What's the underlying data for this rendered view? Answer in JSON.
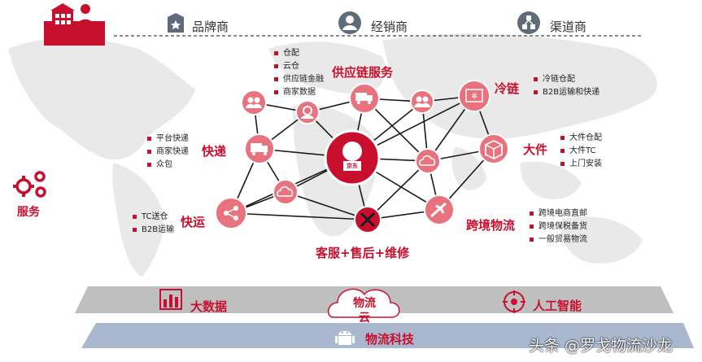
{
  "top_bar": {
    "home_label": "",
    "items": [
      {
        "label": "品牌商",
        "icon": "tag-icon"
      },
      {
        "label": "经销商",
        "icon": "person-icon"
      },
      {
        "label": "渠道商",
        "icon": "network-icon"
      }
    ]
  },
  "left_service": {
    "label": "服务",
    "icon": "gear-icon"
  },
  "categories": {
    "supply_chain": {
      "title": "供应链服务",
      "items": [
        "仓配",
        "云仓",
        "供应链金融",
        "商家数据"
      ]
    },
    "cold_chain": {
      "title": "冷链",
      "items": [
        "冷链仓配",
        "B2B运输和快递"
      ]
    },
    "express": {
      "title": "快递",
      "items": [
        "平台快递",
        "商家快递",
        "众包"
      ]
    },
    "large": {
      "title": "大件",
      "items": [
        "大件仓配",
        "大件TC",
        "上门安装"
      ]
    },
    "fast_transport": {
      "title": "快运",
      "items": [
        "TC送仓",
        "B2B运输"
      ]
    },
    "cross_border": {
      "title": "跨境物流",
      "items": [
        "跨境电商直邮",
        "跨境保税备货",
        "一般贸易物流"
      ]
    },
    "service": {
      "title": "客服+售后+维修"
    }
  },
  "center_logo": {
    "text": "京东"
  },
  "bottom": {
    "big_data": "大数据",
    "cloud": "物流云",
    "ai": "人工智能",
    "tech": "物流科技"
  },
  "watermark": "头条 @罗戈物流沙龙",
  "colors": {
    "brand_red": "#c8102e",
    "node_pink": "#e8737e",
    "band_gray": "#bfbfbf",
    "band_blue": "#a9b8cf"
  }
}
